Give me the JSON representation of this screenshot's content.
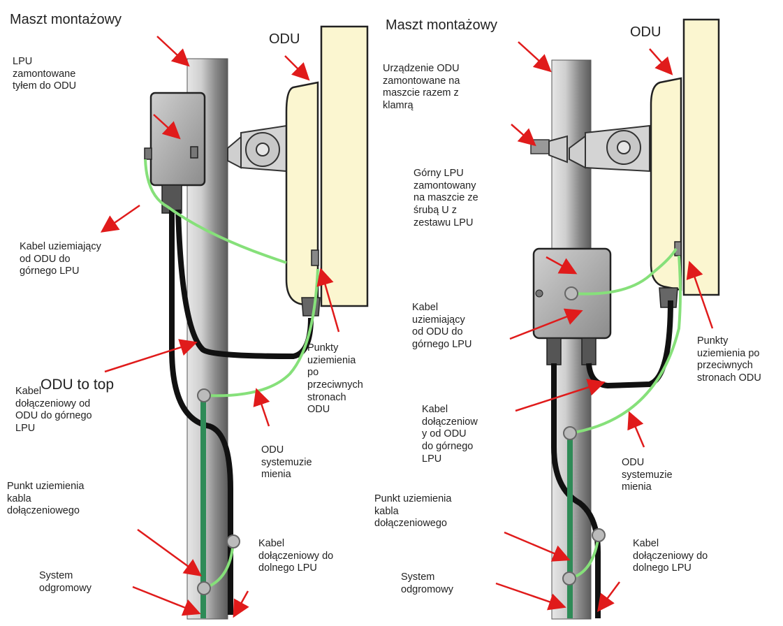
{
  "left": {
    "mast_title": "Maszt montażowy",
    "odu_title": "ODU",
    "lpu_mount": "LPU\nzamontowane\ntyłem do ODU",
    "ground_cable": "Kabel uziemiający\nod ODU do\ngórnego LPU",
    "overlay_text": "ODU to top",
    "drop_cable_upper": "Kabel\ndołączeniowy od\nODU do górnego\nLPU",
    "ground_points": "Punkty\nuziemienia\npo\nprzeciwnych\nstronach\nODU",
    "odu_system": "ODU\nsystemuzie\nmienia",
    "drop_ground_point": "Punkt uziemienia\nkabla\ndołączeniowego",
    "drop_cable_lower": "Kabel\ndołączeniowy do\ndolnego LPU",
    "lightning_system": "System\nodgromowy"
  },
  "right": {
    "mast_title": "Maszt montażowy",
    "odu_title": "ODU",
    "odu_mounted": "Urządzenie ODU\nzamontowane na\nmaszcie razem z\nklamrą",
    "upper_lpu": "Górny LPU\nzamontowany\nna maszcie ze\nśrubą U z\nzestawu LPU",
    "ground_cable": "Kabel\nuziemiający\nod ODU do\ngórnego LPU",
    "ground_points": "Punkty\nuziemienia po\nprzeciwnych\nstronach ODU",
    "drop_cable_upper": "Kabel\ndołączeniow\ny od ODU\ndo górnego\nLPU",
    "odu_system": "ODU\nsystemuzie\nmienia",
    "drop_ground_point": "Punkt uziemienia\nkabla\ndołączeniowego",
    "drop_cable_lower": "Kabel\ndołączeniowy do\ndolnego LPU",
    "lightning_system": "System\nodgromowy"
  },
  "colors": {
    "mast_light": "#dcdcdc",
    "mast_dark": "#6e6e6e",
    "odu_body": "#fbf6d0",
    "lpu_body": "#b5b5b5",
    "ground_wire": "#86e07a",
    "ground_bar": "#2e8b57",
    "drop_cable": "#111111",
    "arrow": "#e01b1b"
  }
}
